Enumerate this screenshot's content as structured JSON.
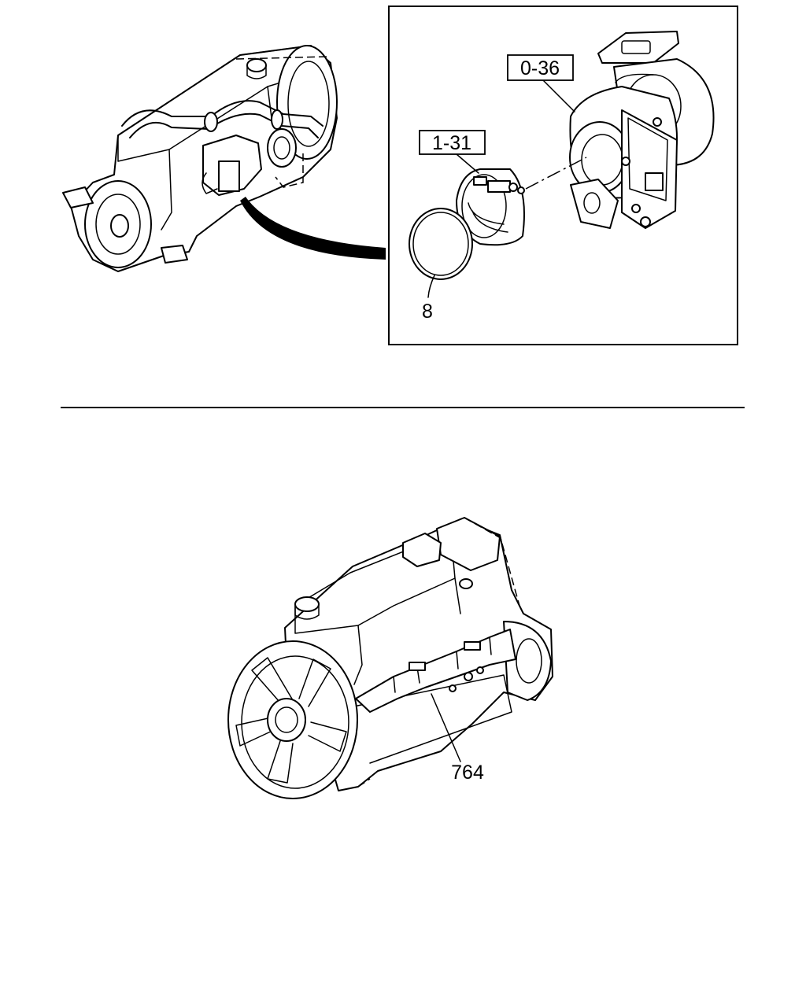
{
  "callouts": {
    "turbocharger": "0-36",
    "clamp": "1-31",
    "seal_ring": "8",
    "heat_shield": "764"
  },
  "colors": {
    "line": "#000000",
    "background": "#ffffff"
  }
}
